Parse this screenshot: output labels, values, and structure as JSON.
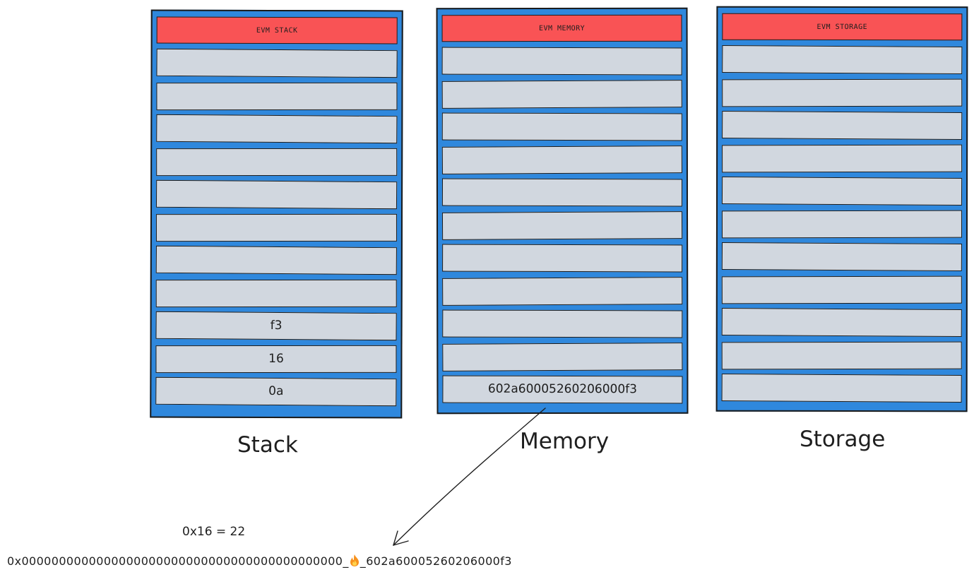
{
  "panels": {
    "stack": {
      "header": "EVM STACK",
      "cells": [
        "",
        "",
        "",
        "",
        "",
        "",
        "",
        "",
        "f3",
        "16",
        "0a"
      ],
      "caption": "Stack"
    },
    "memory": {
      "header": "EVM MEMORY",
      "cells": [
        "",
        "",
        "",
        "",
        "",
        "",
        "",
        "",
        "",
        "",
        "602a60005260206000f3"
      ],
      "caption": "Memory"
    },
    "storage": {
      "header": "EVM STORAGE",
      "cells": [
        "",
        "",
        "",
        "",
        "",
        "",
        "",
        "",
        "",
        "",
        ""
      ],
      "caption": "Storage"
    }
  },
  "annotations": {
    "hex_note": "0x16 = 22",
    "memory_prefix": "0x0000000000000000000000000000000000000000000",
    "memory_sep_left": "_",
    "memory_sep_right": "_",
    "memory_suffix": "602a60005260206000f3",
    "fire_icon": "fire-icon"
  },
  "colors": {
    "panel_blue": "#2f88dd",
    "header_red": "#f95355",
    "cell_gray": "#d1d7df",
    "ink": "#1e1e1e"
  }
}
